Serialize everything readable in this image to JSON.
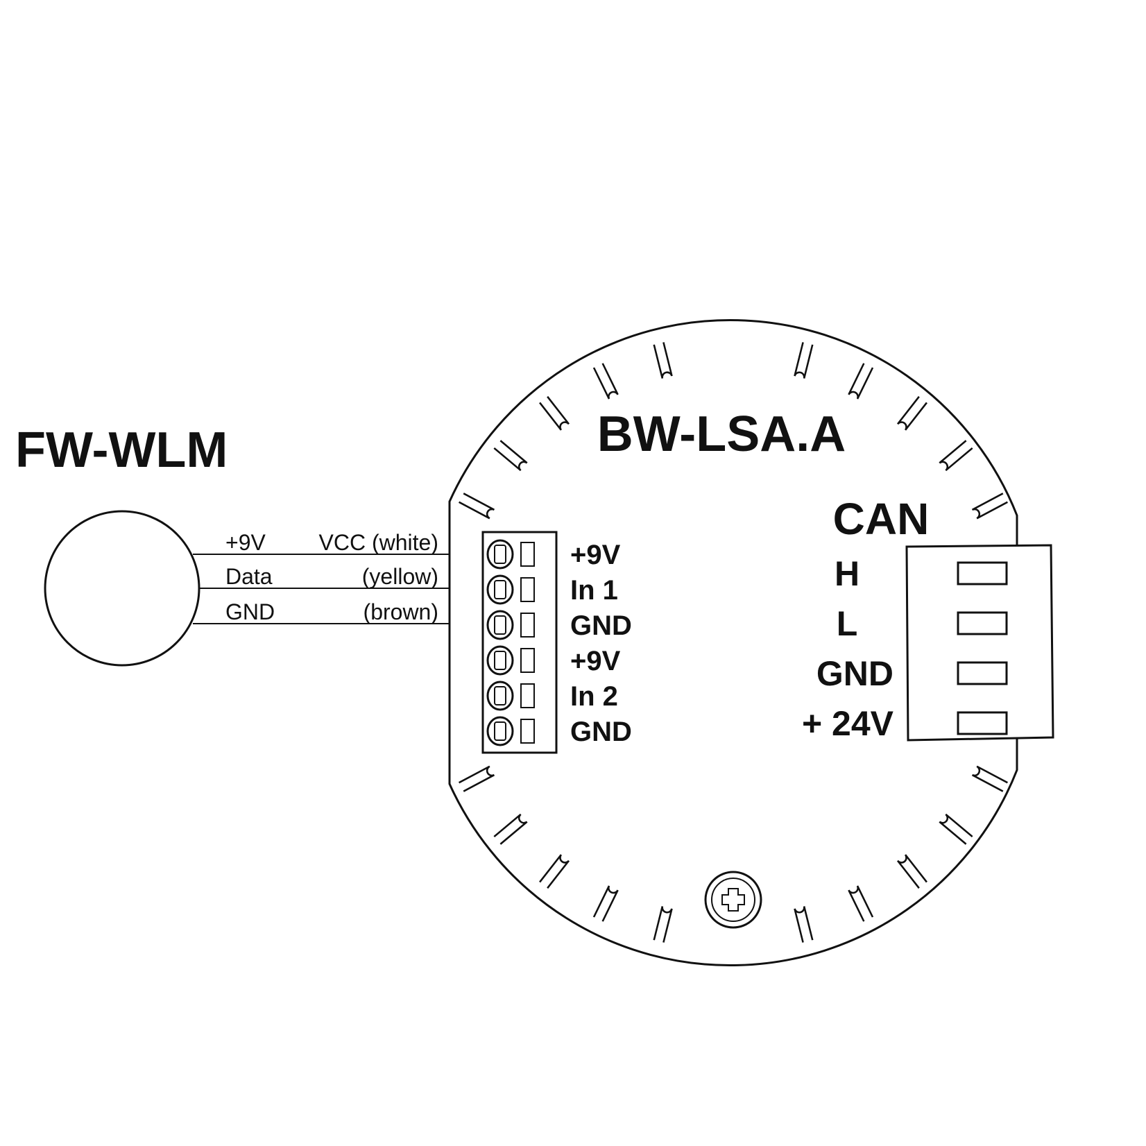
{
  "sensor": {
    "title": "FW-WLM",
    "wires": [
      {
        "signal": "+9V",
        "desc": "VCC (white)"
      },
      {
        "signal": "Data",
        "desc": "(yellow)"
      },
      {
        "signal": "GND",
        "desc": "(brown)"
      }
    ]
  },
  "module": {
    "title": "BW-LSA.A",
    "terminals": [
      "+9V",
      "In 1",
      "GND",
      "+9V",
      "In 2",
      "GND"
    ],
    "can": {
      "title": "CAN",
      "pins": [
        "H",
        "L",
        "GND",
        "+ 24V"
      ]
    }
  },
  "icons": [
    "screw-icon"
  ]
}
